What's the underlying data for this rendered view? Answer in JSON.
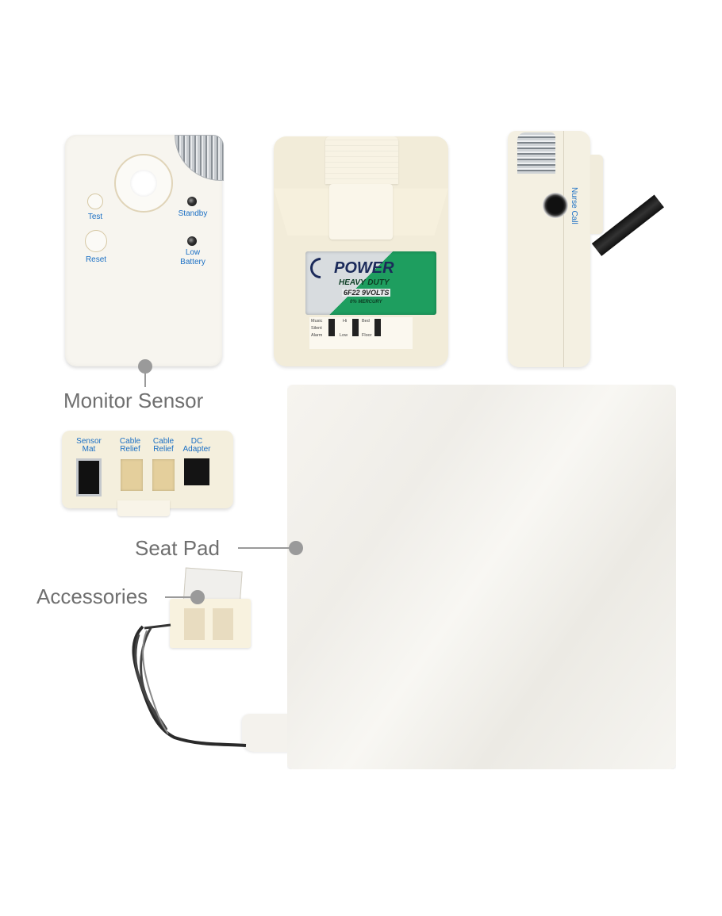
{
  "image": {
    "description": "Product photo of a seat-pad fall monitor kit with callout labels",
    "background": "#ffffff"
  },
  "callouts": {
    "monitor_sensor": "Monitor Sensor",
    "seat_pad": "Seat Pad",
    "accessories": "Accessories",
    "label_color": "#6f6f6f",
    "dot_color": "#9a9a9a"
  },
  "front_unit": {
    "buttons": [
      {
        "label": "Test"
      },
      {
        "label": "Reset"
      }
    ],
    "indicators": [
      {
        "label": "Standby"
      },
      {
        "label": "Low Battery",
        "line1": "Low",
        "line2": "Battery"
      }
    ],
    "label_color": "#1a6fc4"
  },
  "battery_unit": {
    "battery": {
      "brand": "POWER",
      "line1": "HEAVY DUTY",
      "line2": "6F22 9VOLTS",
      "line3": "0% MERCURY",
      "color": "#1e9e5f"
    },
    "switches": [
      {
        "top": "Music",
        "middle": "Silent",
        "bottom": "Alarm"
      },
      {
        "top": "Hi",
        "bottom": "Low"
      },
      {
        "top": "Bed",
        "bottom": "Floor"
      }
    ]
  },
  "side_unit": {
    "jack_label": "Nurse Call"
  },
  "bottom_unit": {
    "ports": [
      {
        "line1": "Sensor",
        "line2": "Mat"
      },
      {
        "line1": "Cable",
        "line2": "Relief"
      },
      {
        "line1": "Cable",
        "line2": "Relief"
      },
      {
        "line1": "DC",
        "line2": "Adapter"
      }
    ]
  }
}
